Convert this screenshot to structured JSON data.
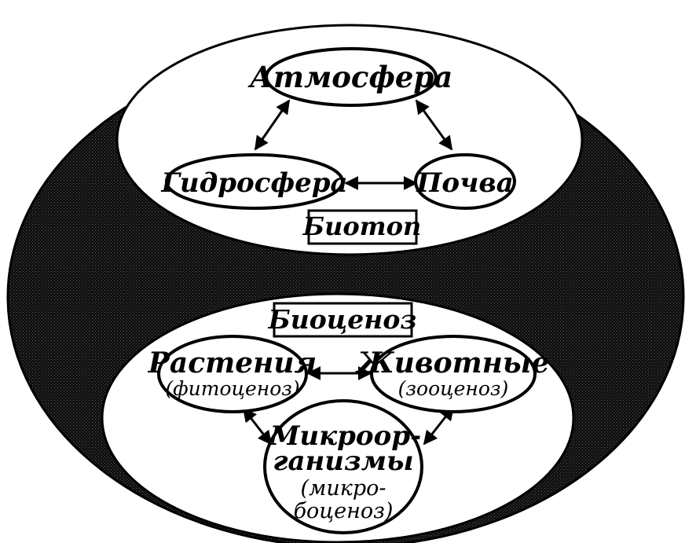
{
  "colors": {
    "background": "#ffffff",
    "ecosystem_fill": "#1a1a1a",
    "ink": "#000000"
  },
  "biotope": {
    "label": "Биотоп",
    "nodes": {
      "atmosphere": "Атмосфера",
      "hydrosphere": "Гидросфера",
      "soil": "Почва"
    }
  },
  "biocenosis": {
    "label": "Биоценоз",
    "nodes": {
      "plants": {
        "title": "Растения",
        "subtitle": "(фитоценоз)"
      },
      "animals": {
        "title": "Животные",
        "subtitle": "(зооценоз)"
      },
      "microorganisms": {
        "title_line1": "Микроор-",
        "title_line2": "ганизмы",
        "subtitle_line1": "(микро-",
        "subtitle_line2": "боценоз)"
      }
    }
  }
}
